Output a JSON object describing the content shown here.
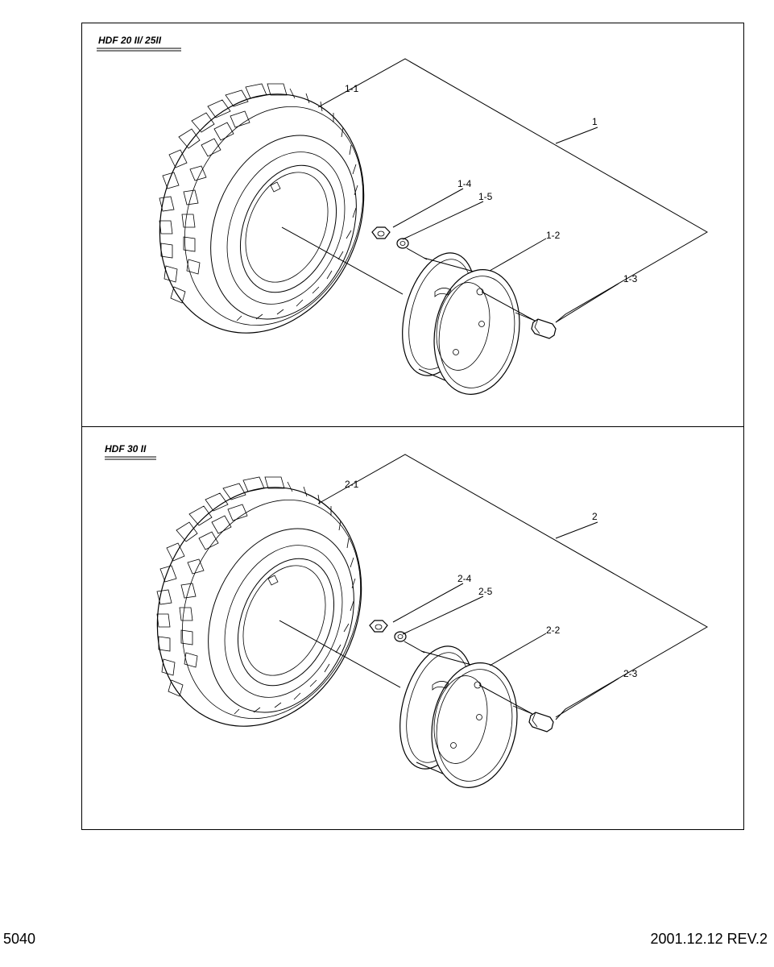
{
  "panels": [
    {
      "model_label": "HDF 20 II/ 25II",
      "assembly": "1",
      "parts": {
        "tire": "1-1",
        "rim": "1-2",
        "bolt": "1-3",
        "nut": "1-4",
        "washer": "1-5"
      }
    },
    {
      "model_label": "HDF 30 II",
      "assembly": "2",
      "parts": {
        "tire": "2-1",
        "rim": "2-2",
        "bolt": "2-3",
        "nut": "2-4",
        "washer": "2-5"
      }
    }
  ],
  "footer": {
    "page_number": "5040",
    "revision": "2001.12.12 REV.2"
  }
}
